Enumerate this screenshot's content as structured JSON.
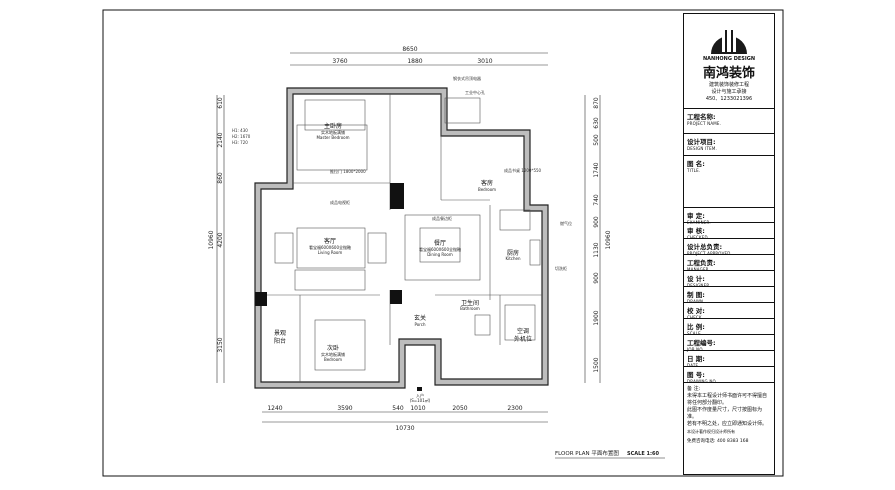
{
  "title_block": {
    "brand_en": "NANHONG DESIGN",
    "brand_cn": "南鸿装饰",
    "slogan1": "建筑装饰装修工程",
    "slogan2": "设计与施工承接",
    "reg_no": "450、1233021396",
    "fields": [
      {
        "cn": "工程名称:",
        "en": "PROJECT NAME."
      },
      {
        "cn": "设计项目:",
        "en": "DESIGN ITEM."
      },
      {
        "cn": "图  名:",
        "en": "TITLE."
      },
      {
        "cn": "审  定:",
        "en": "EXAMINER."
      },
      {
        "cn": "审  核:",
        "en": "CHECKED."
      },
      {
        "cn": "设计总负责:",
        "en": "PROJECT APPROVED."
      },
      {
        "cn": "工程负责:",
        "en": "MANAGER."
      },
      {
        "cn": "设  计:",
        "en": "DESIGNER."
      },
      {
        "cn": "制  图:",
        "en": "DRAWN."
      },
      {
        "cn": "校  对:",
        "en": "CHECK."
      },
      {
        "cn": "比  例:",
        "en": "SCALE."
      },
      {
        "cn": "工程编号:",
        "en": "JOB NO."
      },
      {
        "cn": "日  期:",
        "en": "DATE."
      },
      {
        "cn": "图  号:",
        "en": "DRAWING NO."
      }
    ],
    "notes_title": "备 注:",
    "notes": [
      "未得本工程设计师书面许可不得擅自将任何部分翻印。",
      "此图不作度量尺寸，尺寸按图标为准。",
      "若有不明之处，应立即通知设计师。"
    ],
    "copyright": "本设计著作权归设计师所有",
    "hotline": "免费咨询电话: 400 8383 168"
  },
  "drawing": {
    "caption": "FLOOR PLAN  平面布置图",
    "scale": "SCALE 1:60",
    "rooms": {
      "master": {
        "cn": "主卧房",
        "sub": "实木地板满铺",
        "en": "Master Bedroom"
      },
      "guest": {
        "cn": "客房",
        "en": "Bedroom"
      },
      "living": {
        "cn": "客厅",
        "sub": "看宝福600X600全抛釉",
        "en": "Living Room"
      },
      "dining": {
        "cn": "餐厅",
        "sub": "看宝福600X600全抛釉",
        "en": "Dining Room"
      },
      "kitchen": {
        "cn": "厨房",
        "en": "Kitchen"
      },
      "second": {
        "cn": "次卧",
        "sub": "实木地板满铺",
        "en": "Bedroom"
      },
      "balcony": {
        "cn": "景观",
        "cn2": "阳台"
      },
      "porch": {
        "cn": "玄关",
        "en": "Porch"
      },
      "bath": {
        "cn": "卫生间",
        "en": "Bathroom"
      },
      "ac": {
        "cn": "空调",
        "cn2": "外机位"
      },
      "entry": {
        "cn": "入户",
        "area": "(S=101㎡)"
      }
    },
    "annotations": [
      "钢衣式吊顶电器",
      "工业中心孔",
      "成品电视柜",
      "成品餐边柜",
      "成品书桌 1200*550",
      "燃气位",
      "切洗柜",
      "推拉门 1800*2000",
      "H1: 430",
      "H2: 1670",
      "H3: 720"
    ],
    "dims_top": {
      "total": "8650",
      "parts": [
        "3760",
        "1880",
        "3010"
      ]
    },
    "dims_bottom": {
      "total": "10730",
      "parts": [
        "1240",
        "3590",
        "540",
        "1010",
        "2050",
        "2300"
      ]
    },
    "dims_left": {
      "total": "10960",
      "parts": [
        "610",
        "2140",
        "860",
        "4200",
        "3150"
      ]
    },
    "dims_right": {
      "total": "10960",
      "parts": [
        "870",
        "630",
        "500",
        "1740",
        "740",
        "900",
        "1130",
        "900",
        "1900",
        "1500"
      ]
    }
  }
}
